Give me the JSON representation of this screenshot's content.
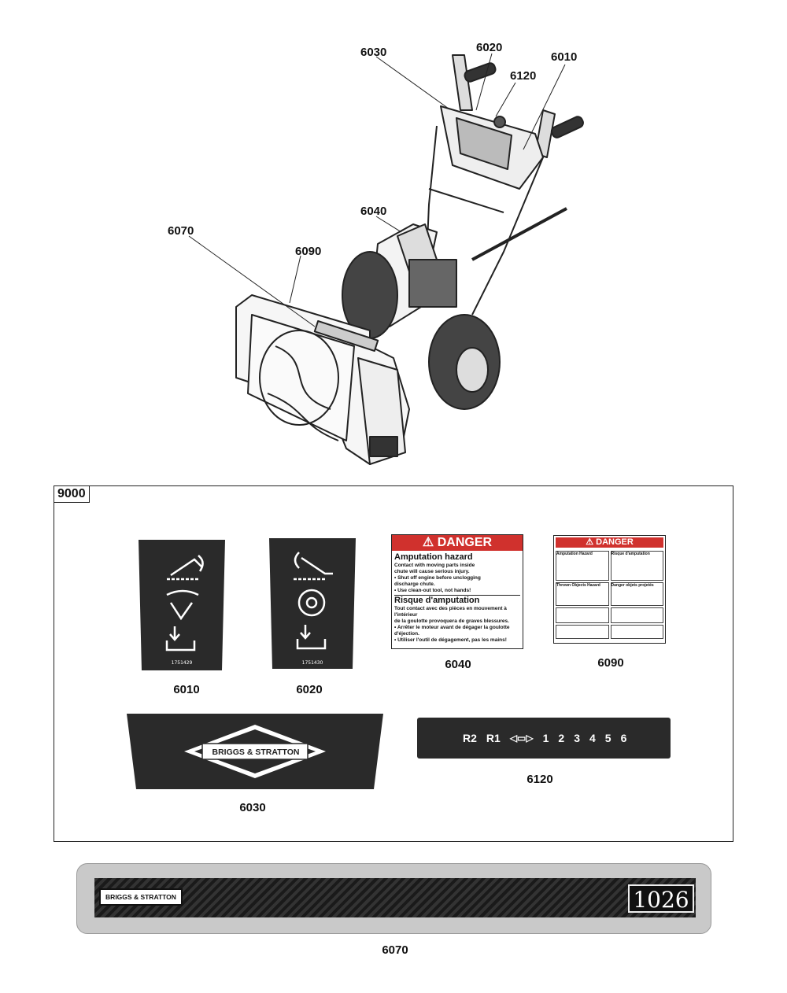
{
  "callouts": [
    "6030",
    "6020",
    "6010",
    "6120",
    "6040",
    "6070",
    "6090"
  ],
  "kit": {
    "number": "9000",
    "labels": {
      "d6010": "6010",
      "d6020": "6020",
      "d6040": "6040",
      "d6090": "6090",
      "d6030": "6030",
      "d6120": "6120"
    },
    "decal_6010_part": "1751429",
    "decal_6020_part": "1751430",
    "danger_6040": {
      "header": "DANGER",
      "title_en": "Amputation hazard",
      "text_en_1": "Contact with moving parts inside",
      "text_en_2": "chute will cause serious injury.",
      "bullet_en_1": "• Shut off engine before unclogging",
      "bullet_en_1b": "discharge chute.",
      "bullet_en_2": "• Use clean-out tool, not hands!",
      "title_fr": "Risque d'amputation",
      "text_fr_1": "Tout contact avec des pièces en mouvement à l'intérieur",
      "text_fr_2": "de la goulotte provoquera de graves blessures.",
      "bullet_fr_1": "• Arrêter le moteur avant de dégager la goulotte",
      "bullet_fr_1b": "d'éjection.",
      "bullet_fr_2": "• Utiliser l'outil de dégagement, pas les mains!"
    },
    "danger_6090": {
      "header": "DANGER",
      "t1": "Amputation Hazard",
      "t2": "Risque d'amputation",
      "t3": "Thrown Objects Hazard",
      "t4": "Danger objets projetés"
    },
    "brand": "BRIGGS & STRATTON",
    "shift": {
      "r2": "R2",
      "r1": "R1",
      "gears": [
        "1",
        "2",
        "3",
        "4",
        "5",
        "6"
      ]
    }
  },
  "panel_6070": {
    "brand": "BRIGGS & STRATTON",
    "model": "1026",
    "label": "6070"
  },
  "colors": {
    "decal_dark": "#2a2a2a",
    "danger_red": "#d0312d",
    "panel_grey": "#c9c9c9"
  }
}
